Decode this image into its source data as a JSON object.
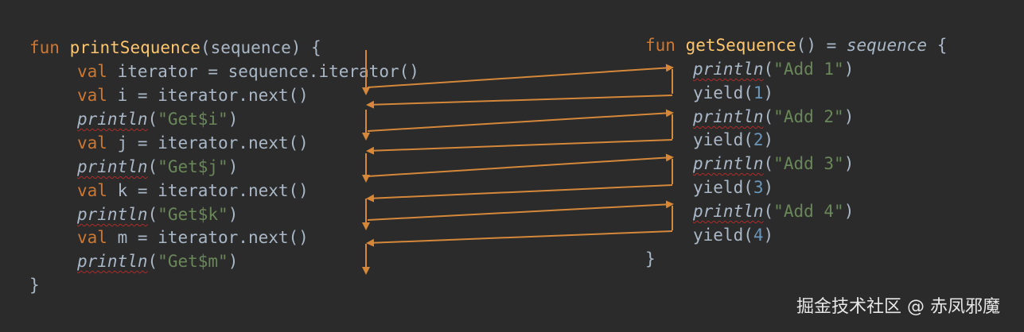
{
  "left": {
    "fun_kw": "fun",
    "fun_name": "printSequence",
    "params": "(sequence) {",
    "val_kw": "val",
    "iter_decl": "iterator = sequence.iterator()",
    "steps": [
      {
        "var_decl": "i = iterator.next()",
        "print_fn": "println",
        "print_open": "(",
        "print_str": "\"Get$i\"",
        "print_close": ")"
      },
      {
        "var_decl": "j = iterator.next()",
        "print_fn": "println",
        "print_open": "(",
        "print_str": "\"Get$j\"",
        "print_close": ")"
      },
      {
        "var_decl": "k = iterator.next()",
        "print_fn": "println",
        "print_open": "(",
        "print_str": "\"Get$k\"",
        "print_close": ")"
      },
      {
        "var_decl": "m = iterator.next()",
        "print_fn": "println",
        "print_open": "(",
        "print_str": "\"Get$m\"",
        "print_close": ")"
      }
    ],
    "close": "}"
  },
  "right": {
    "fun_kw": "fun",
    "fun_name": "getSequence",
    "header_mid": "() = ",
    "seq_kw": "sequence",
    "header_end": " {",
    "steps": [
      {
        "print_fn": "println",
        "print_open": "(",
        "print_str": "\"Add 1\"",
        "print_close": ")",
        "yield_open": "yield(",
        "yield_num": "1",
        "yield_close": ")"
      },
      {
        "print_fn": "println",
        "print_open": "(",
        "print_str": "\"Add 2\"",
        "print_close": ")",
        "yield_open": "yield(",
        "yield_num": "2",
        "yield_close": ")"
      },
      {
        "print_fn": "println",
        "print_open": "(",
        "print_str": "\"Add 3\"",
        "print_close": ")",
        "yield_open": "yield(",
        "yield_num": "3",
        "yield_close": ")"
      },
      {
        "print_fn": "println",
        "print_open": "(",
        "print_str": "\"Add 4\"",
        "print_close": ")",
        "yield_open": "yield(",
        "yield_num": "4",
        "yield_close": ")"
      }
    ],
    "close": "}"
  },
  "colors": {
    "background": "#2b2b2b",
    "keyword": "#cc7832",
    "function": "#ffc66d",
    "string": "#6a8759",
    "number": "#6897bb",
    "text": "#a9b7c6",
    "arrow": "#d5883a"
  },
  "watermark": "掘金技术社区 @ 赤凤邪魔"
}
